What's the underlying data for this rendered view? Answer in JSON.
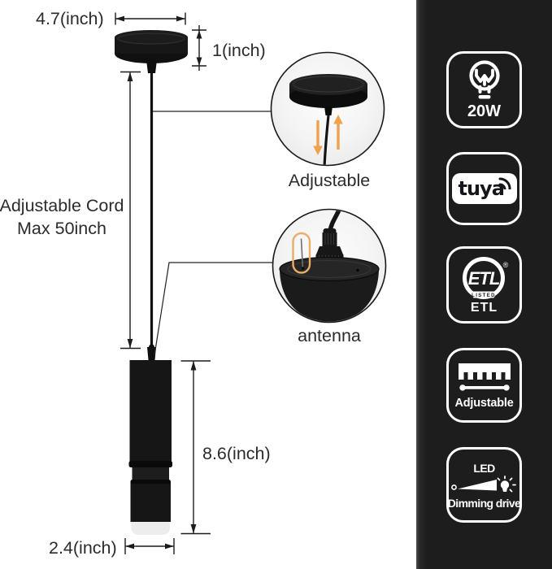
{
  "product_diagram": {
    "dim_canopy_width": "4.7(inch)",
    "dim_canopy_height": "1(inch)",
    "cord_label_line1": "Adjustable Cord",
    "cord_label_line2": "Max 50inch",
    "dim_body_height": "8.6(inch)",
    "dim_body_diameter": "2.4(inch)",
    "callout_canopy_label": "Adjustable",
    "callout_antenna_label": "antenna"
  },
  "feature_badges": [
    {
      "name": "wattage",
      "icon": "light-bulb-icon",
      "label": "20W"
    },
    {
      "name": "tuya-smart",
      "icon": "tuya-logo",
      "label": "tuya"
    },
    {
      "name": "etl-certified",
      "icon": "etl-listed-mark",
      "logo_text": "ETL",
      "logo_banner": "LISTED",
      "logo_registered": "®",
      "label": "ETL"
    },
    {
      "name": "adjustable-height",
      "icon": "ruler-icon",
      "label": "Adjustable"
    },
    {
      "name": "led-dimming",
      "icon": "dimming-wedge-icon",
      "top_label": "LED",
      "label": "Dimming drive"
    }
  ],
  "colors": {
    "background": "#ffffff",
    "panel_background": "#1d1d1d",
    "badge_outline": "#ffffff",
    "line_ink": "#1c1c1c",
    "accent_orange": "#efa14e"
  }
}
